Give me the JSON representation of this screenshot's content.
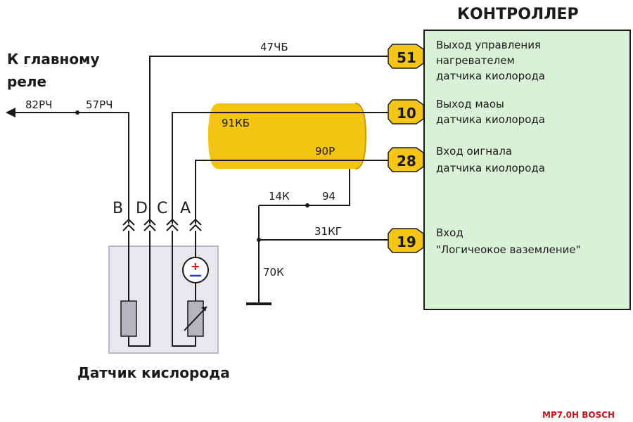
{
  "controller": {
    "title": "КОНТРОЛЛЕР",
    "fill": "#d9f1d6",
    "pins": [
      {
        "num": "51",
        "lines": [
          "Выход управления",
          "нагревателем",
          "датчика киолорода"
        ]
      },
      {
        "num": "10",
        "lines": [
          "Выход маоы",
          "датчика киолорода"
        ]
      },
      {
        "num": "28",
        "lines": [
          "Вход оигнала",
          "датчика киолорода"
        ]
      },
      {
        "num": "19",
        "lines": [
          "Вход",
          "\"Логичеокое ваземление\""
        ]
      }
    ],
    "pin_color": "#f5c518"
  },
  "relay_label": [
    "К главному",
    "реле"
  ],
  "wires": {
    "w82": "82РЧ",
    "w57": "57РЧ",
    "w47": "47ЧБ",
    "w91": "91КБ",
    "w90": "90Р",
    "w14": "14К",
    "w94": "94",
    "w31": "31КГ",
    "w70": "70К"
  },
  "shield_color": "#f3c414",
  "sensor": {
    "title": "Датчик кислорода",
    "pins": [
      "B",
      "D",
      "C",
      "A"
    ],
    "fill": "#e8e8ec"
  },
  "footer": "MP7.0H BOSCH"
}
